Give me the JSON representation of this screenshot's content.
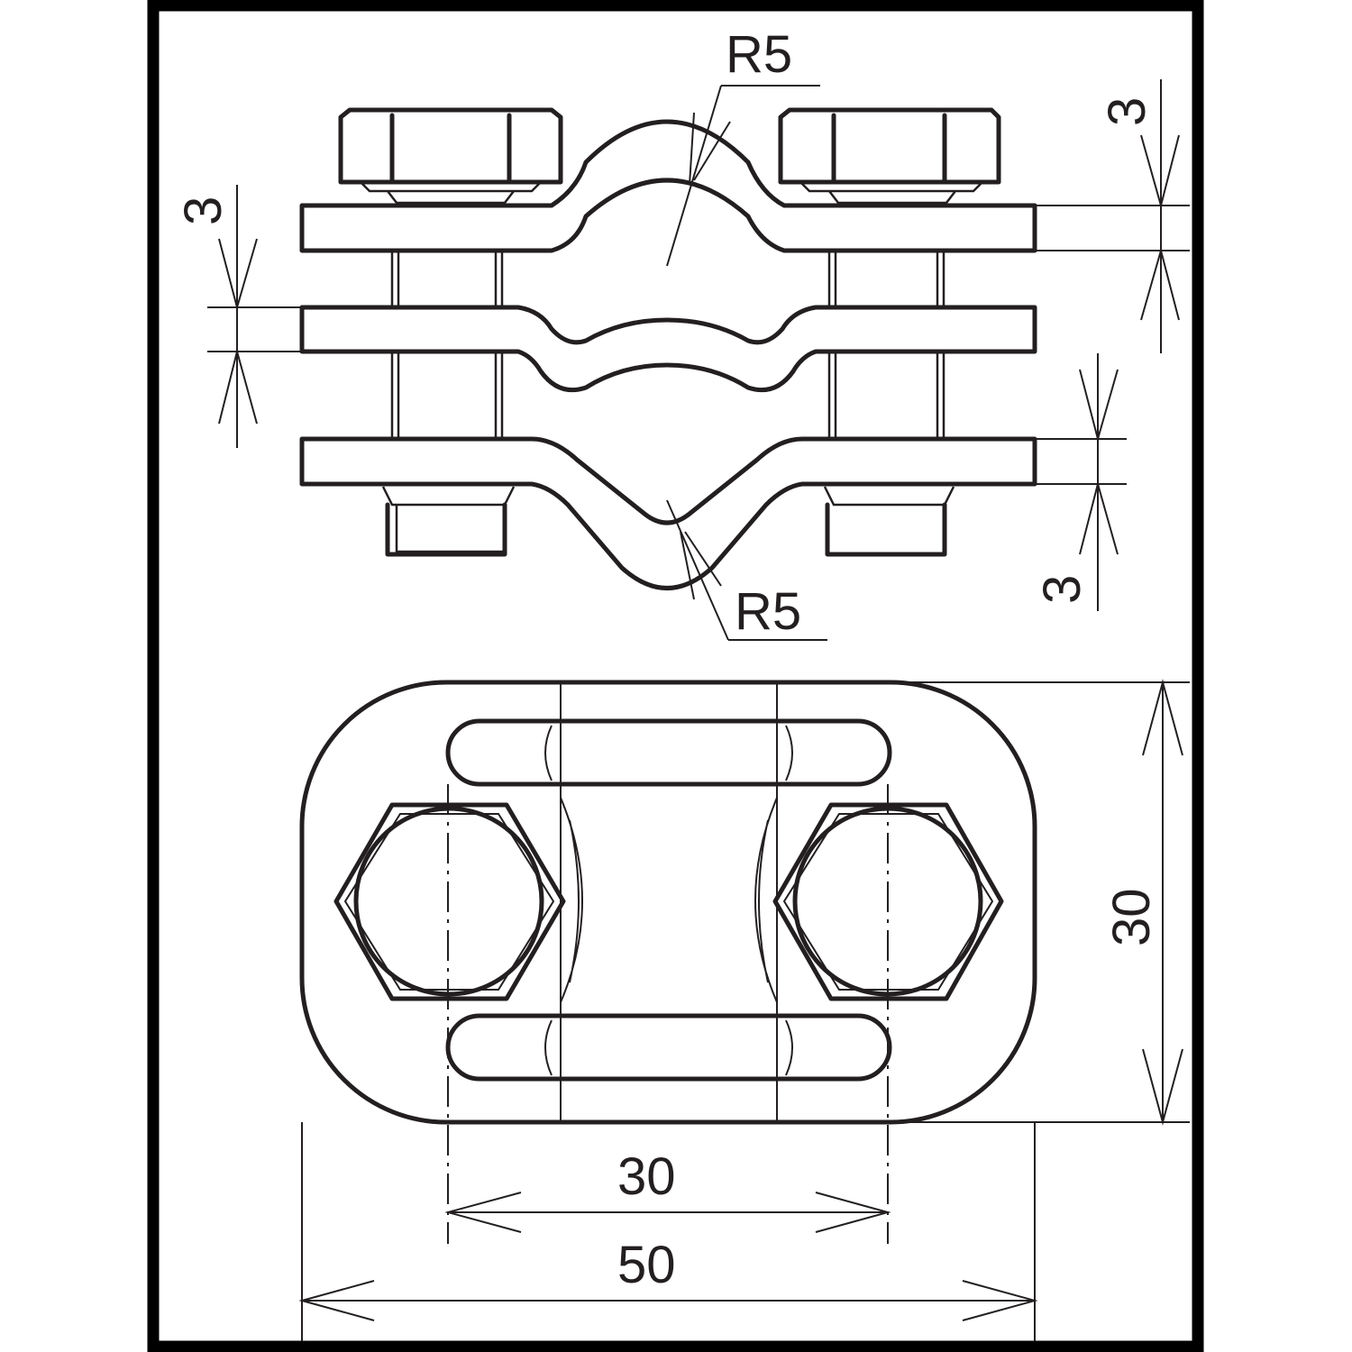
{
  "drawing": {
    "radius_labels": {
      "top": "R5",
      "bottom": "R5"
    },
    "thickness_labels": {
      "left": "3",
      "right_top": "3",
      "right_bottom": "3"
    },
    "dimensions": {
      "bolt_spacing": "30",
      "overall_width": "50",
      "overall_height": "30"
    }
  },
  "colors": {
    "line": "#231f20",
    "background": "#ffffff"
  }
}
